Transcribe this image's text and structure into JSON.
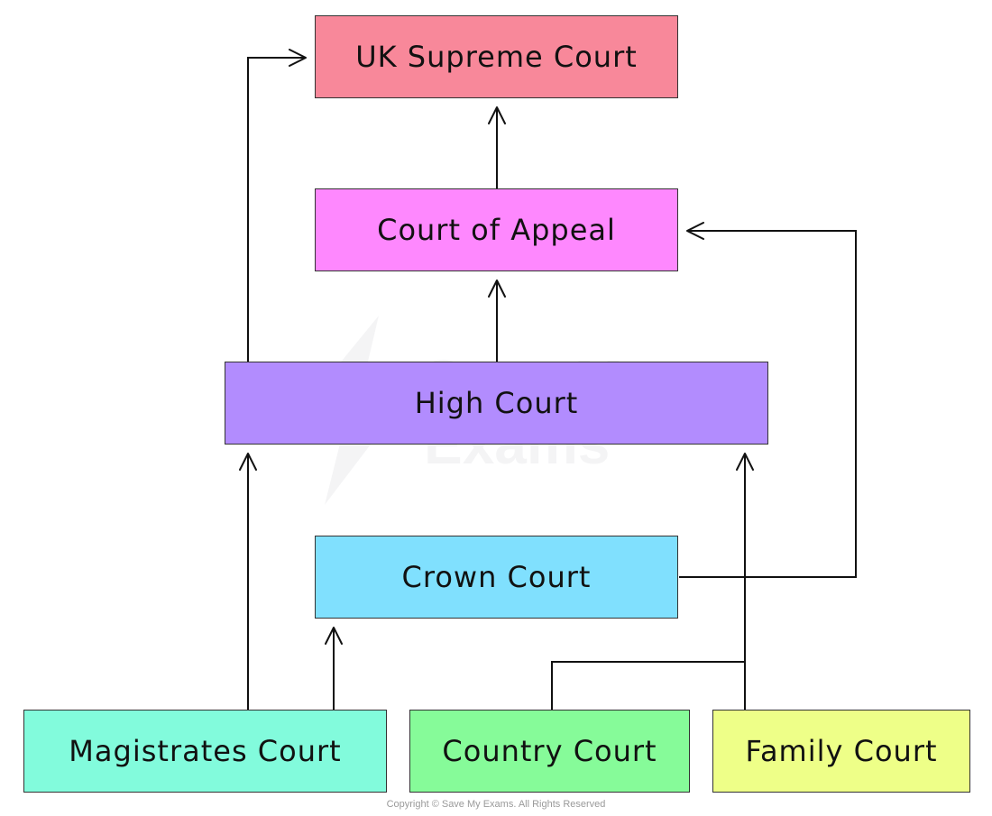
{
  "nodes": {
    "supreme": {
      "label": "UK Supreme Court",
      "color": "#f8889a"
    },
    "appeal": {
      "label": "Court of Appeal",
      "color": "#fe88fe"
    },
    "high": {
      "label": "High Court",
      "color": "#b28cfe"
    },
    "crown": {
      "label": "Crown Court",
      "color": "#80e0fe"
    },
    "magistrates": {
      "label": "Magistrates Court",
      "color": "#82fbdc"
    },
    "country": {
      "label": "Country Court",
      "color": "#86fb99"
    },
    "family": {
      "label": "Family Court",
      "color": "#eeff88"
    }
  },
  "watermark": {
    "line1": "Save My",
    "line2": "Exams"
  },
  "copyright": "Copyright © Save My Exams. All Rights Reserved"
}
